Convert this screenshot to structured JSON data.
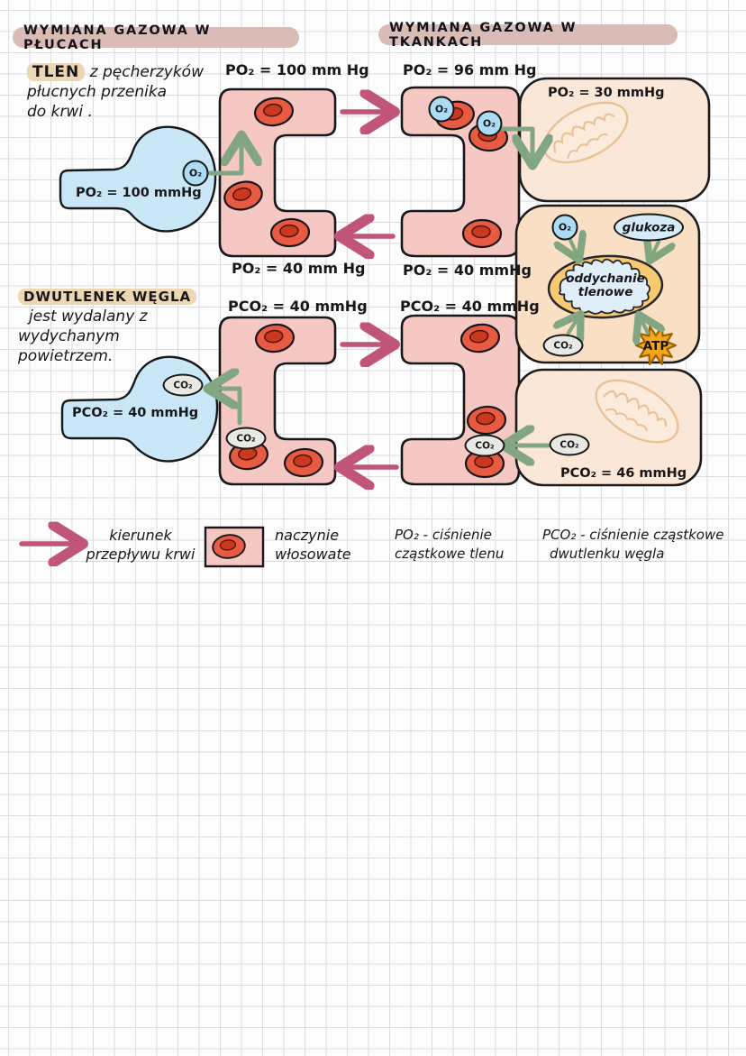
{
  "headers": {
    "lungs": "WYMIANA GAZOWA W PŁUCACH",
    "tissues": "WYMIANA GAZOWA W TKANKACH"
  },
  "notes": {
    "oxygen": {
      "highlight": "TLEN",
      "rest1": "z pęcherzyków",
      "line2": "płucnych przenika",
      "line3": "do  krwi ."
    },
    "carbon_dioxide": {
      "highlight": "DWUTLENEK WĘGLA",
      "line2": "jest wydalany z",
      "line3": "wydychanym",
      "line4": "powietrzem."
    }
  },
  "pressure_labels": {
    "cap_lungs_in": "PO₂ = 100 mm Hg",
    "cap_lungs_out": "PO₂ = 40 mm Hg",
    "cap_tissue_in": "PO₂ = 96 mm Hg",
    "cap_tissue_out": "PO₂ = 40 mmHg",
    "cap_co2_lungs": "PCO₂ = 40 mmHg",
    "cap_co2_tissue": "PCO₂ = 40 mmHg",
    "alveolus_o2": "PO₂ = 100 mmHg",
    "alveolus_co2": "PCO₂ = 40 mmHg",
    "cell_o2": "PO₂ = 30 mmHg",
    "cell_co2": "PCO₂ = 46 mmHg"
  },
  "molecules": {
    "o2": "O₂",
    "co2": "CO₂",
    "glucose": "glukoza",
    "atp": "ATP"
  },
  "mitochondrion": {
    "line1": "oddychanie",
    "line2": "tlenowe"
  },
  "legend": {
    "flow_line1": "kierunek",
    "flow_line2": "przepływu krwi",
    "vessel_line1": "naczynie",
    "vessel_line2": "włosowate",
    "po2_line1": "PO₂ - ciśnienie",
    "po2_line2": "cząstkowe tlenu",
    "pco2_line1": "PCO₂ - ciśnienie cząstkowe",
    "pco2_line2": "dwutlenku węgla"
  },
  "colors": {
    "capillary_fill": "#f6c8c4",
    "alveolus_fill": "#c9e7f6",
    "cell_fill": "#fbe7d7",
    "rbc_fill": "#e65b42",
    "flow_arrow": "#c05577",
    "gas_arrow": "#82a682",
    "highlight_header": "#d9bcb6",
    "highlight_word": "#ecd7b2",
    "atp_fill": "#f3a61e"
  }
}
